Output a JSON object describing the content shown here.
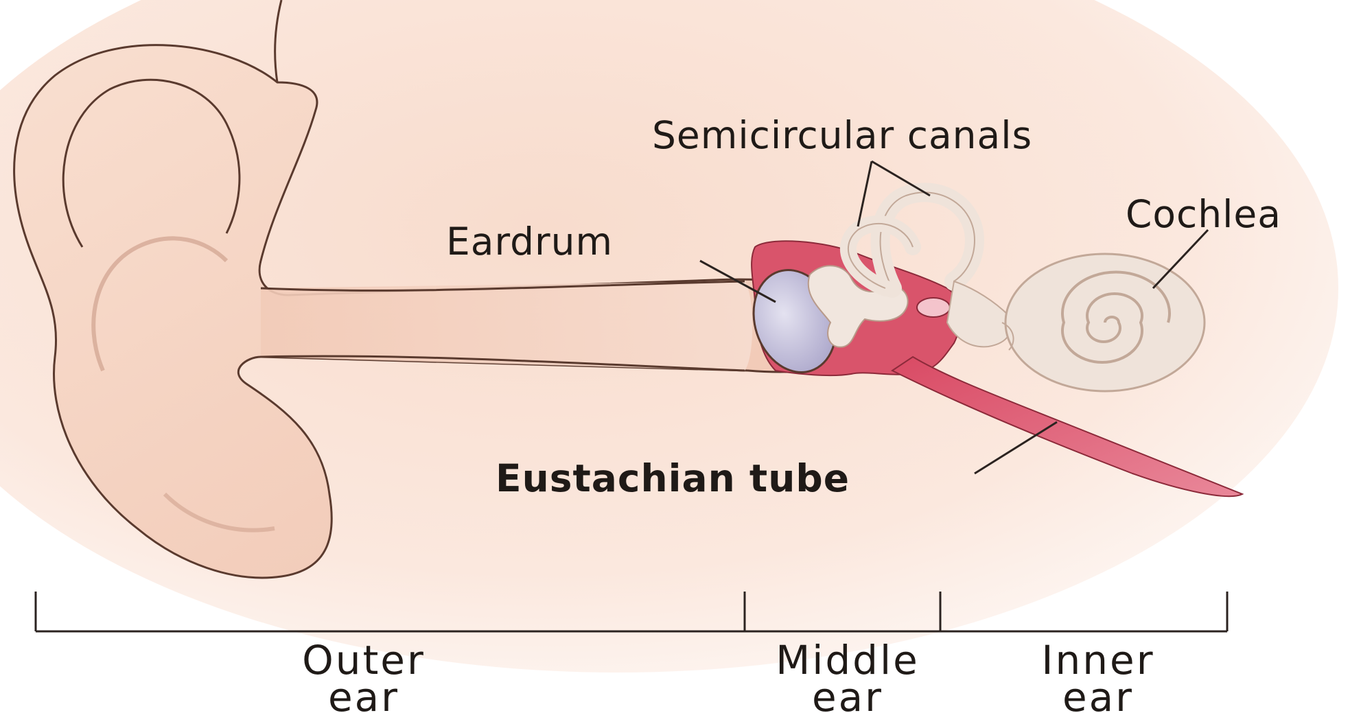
{
  "diagram": {
    "labels": {
      "semicircular_canals": "Semicircular canals",
      "cochlea": "Cochlea",
      "eardrum": "Eardrum",
      "eustachian_tube": "Eustachian tube"
    },
    "regions": {
      "outer": {
        "line1": "Outer",
        "line2": "ear"
      },
      "middle": {
        "line1": "Middle",
        "line2": "ear"
      },
      "inner": {
        "line1": "Inner",
        "line2": "ear"
      }
    },
    "colors": {
      "skin": "#f6d7c6",
      "skin_shadow": "#e8b9a4",
      "outline": "#5a3a2e",
      "eardrum": "#c9c6dc",
      "middle_ear_red": "#d9546b",
      "bone": "#f1e6de",
      "leader_line": "#2b2320"
    }
  }
}
